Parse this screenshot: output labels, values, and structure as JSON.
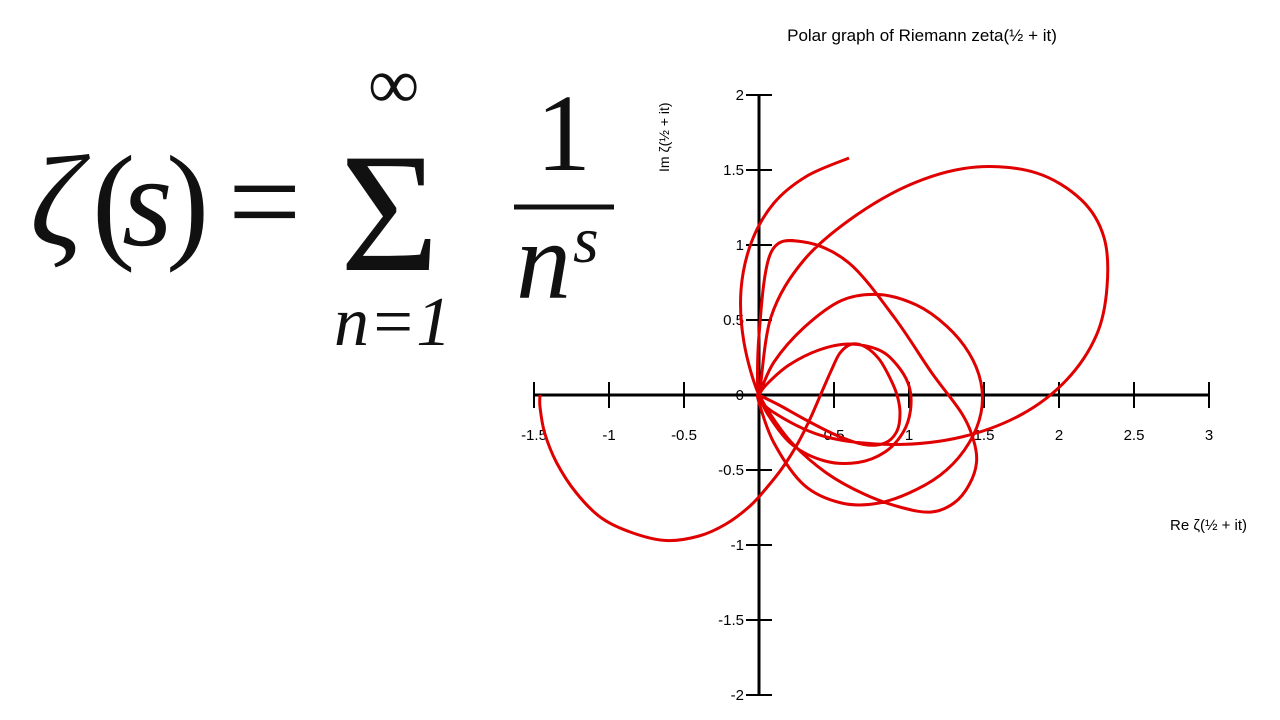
{
  "formula": {
    "zeta": "ζ",
    "open_paren": "(",
    "s_var": "s",
    "close_paren": ")",
    "equals": "=",
    "upper_limit": "∞",
    "sigma": "Σ",
    "lower_limit": "n=1",
    "numerator": "1",
    "denominator_base": "n",
    "denominator_exp": "s"
  },
  "chart_data": {
    "type": "line",
    "title": "Polar graph of Riemann zeta(½ + it)",
    "xlabel": "Re ζ(½ + it)",
    "ylabel": "Im ζ(½ + it)",
    "xlim": [
      -1.5,
      3
    ],
    "ylim": [
      -2,
      2
    ],
    "x_ticks": [
      "-1.5",
      "-1",
      "-0.5",
      "0",
      "0.5",
      "1",
      "1.5",
      "2",
      "2.5",
      "3"
    ],
    "y_ticks": [
      "-2",
      "-1.5",
      "-1",
      "-0.5",
      "0",
      "0.5",
      "1",
      "1.5",
      "2"
    ],
    "grid": false,
    "series_color": "#e00000",
    "series": [
      {
        "x": [
          -1.46,
          -1.46,
          -1.43,
          -1.35,
          -1.22,
          -1.05,
          -0.84,
          -0.62,
          -0.4,
          -0.22,
          -0.06,
          0.05,
          0.16,
          0.26,
          0.34,
          0.41,
          0.48,
          0.54,
          0.62,
          0.71,
          0.8,
          0.87,
          0.92,
          0.94,
          0.92,
          0.84,
          0.7,
          0.52,
          0.32,
          0.14,
          0.02,
          0.0,
          0.06,
          0.2,
          0.4,
          0.6,
          0.8,
          0.92,
          1.0,
          1.01,
          0.96,
          0.84,
          0.66,
          0.44,
          0.22,
          0.06,
          0.0,
          0.0,
          0.1,
          0.3,
          0.55,
          0.8,
          1.05,
          1.25,
          1.4,
          1.48,
          1.48,
          1.4,
          1.25,
          1.05,
          0.8,
          0.55,
          0.3,
          0.1,
          0.0,
          0.0,
          0.07,
          0.22,
          0.45,
          0.7,
          0.95,
          1.15,
          1.3,
          1.4,
          1.45,
          1.43,
          1.35,
          1.15,
          0.9,
          0.6,
          0.3,
          0.08,
          0.0,
          0.0,
          0.08,
          0.3,
          0.65,
          1.05,
          1.45,
          1.85,
          2.15,
          2.3,
          2.32,
          2.25,
          2.05,
          1.75,
          1.35,
          0.9,
          0.45,
          0.12,
          0.0,
          -0.1,
          -0.12,
          -0.05,
          0.1,
          0.32,
          0.6
        ],
        "y": [
          0.0,
          -0.08,
          -0.25,
          -0.45,
          -0.65,
          -0.82,
          -0.92,
          -0.97,
          -0.94,
          -0.86,
          -0.74,
          -0.62,
          -0.48,
          -0.32,
          -0.16,
          0.0,
          0.16,
          0.28,
          0.34,
          0.32,
          0.24,
          0.12,
          0.0,
          -0.12,
          -0.24,
          -0.32,
          -0.33,
          -0.27,
          -0.17,
          -0.07,
          -0.01,
          0.0,
          0.08,
          0.2,
          0.3,
          0.34,
          0.3,
          0.2,
          0.06,
          -0.1,
          -0.25,
          -0.38,
          -0.45,
          -0.44,
          -0.33,
          -0.13,
          0.0,
          0.0,
          0.22,
          0.45,
          0.63,
          0.67,
          0.6,
          0.46,
          0.28,
          0.08,
          -0.12,
          -0.32,
          -0.5,
          -0.63,
          -0.72,
          -0.72,
          -0.6,
          -0.32,
          -0.05,
          0.0,
          -0.12,
          -0.32,
          -0.52,
          -0.66,
          -0.75,
          -0.78,
          -0.72,
          -0.6,
          -0.45,
          -0.3,
          -0.12,
          0.15,
          0.52,
          0.88,
          1.02,
          0.95,
          0.4,
          0.0,
          0.52,
          0.9,
          1.2,
          1.42,
          1.52,
          1.48,
          1.3,
          1.05,
          0.72,
          0.4,
          0.1,
          -0.13,
          -0.28,
          -0.33,
          -0.28,
          -0.13,
          0.0,
          0.35,
          0.7,
          1.02,
          1.28,
          1.46,
          1.58
        ]
      }
    ]
  }
}
